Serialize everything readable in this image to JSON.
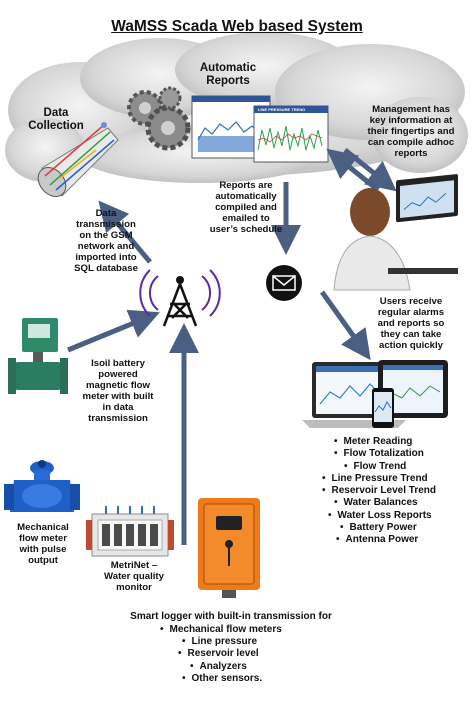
{
  "title": "WaMSS Scada Web based System",
  "cloud": {
    "data_collection": "Data\nCollection",
    "automatic_reports": "Automatic\nReports",
    "report_window_title": "LINE PRESSURE TREND"
  },
  "labels": {
    "data_transmission": "Data\ntransmission\non the GSM\nnetwork and\nimported into\nSQL database",
    "reports_compiled": "Reports are\nautomatically\ncompiled and\nemailed to\nuser’s schedule",
    "management": "Management has\nkey information at\ntheir fingertips and\ncan compile adhoc\nreports",
    "users_receive": "Users receive\nregular alarms\nand reports so\nthey can take\naction quickly",
    "isoil": "Isoil battery\npowered\nmagnetic flow\nmeter with built\nin data\ntransmission",
    "mechanical": "Mechanical\nflow meter\nwith pulse\noutput",
    "metrinet": "MetriNet –\nWater quality\nmonitor",
    "smart_logger_heading": "Smart logger with built-in transmission for"
  },
  "report_list": [
    "Meter Reading",
    "Flow Totalization",
    "Flow Trend",
    "Line Pressure Trend",
    "Reservoir Level Trend",
    "Water Balances",
    "Water Loss Reports",
    "Battery Power",
    "Antenna Power"
  ],
  "logger_list": [
    "Mechanical flow meters",
    "Line pressure",
    "Reservoir level",
    "Analyzers",
    "Other sensors."
  ],
  "colors": {
    "arrow": "#4a5f82",
    "meter_blue": "#1f5fc8",
    "meter_green": "#2f8a6a",
    "logger_orange": "#f07a1a",
    "cloud": "#d8d8d8"
  },
  "icons": [
    "gear-icon",
    "envelope-icon",
    "antenna-icon",
    "laptop-icon",
    "tablet-icon",
    "phone-icon"
  ]
}
